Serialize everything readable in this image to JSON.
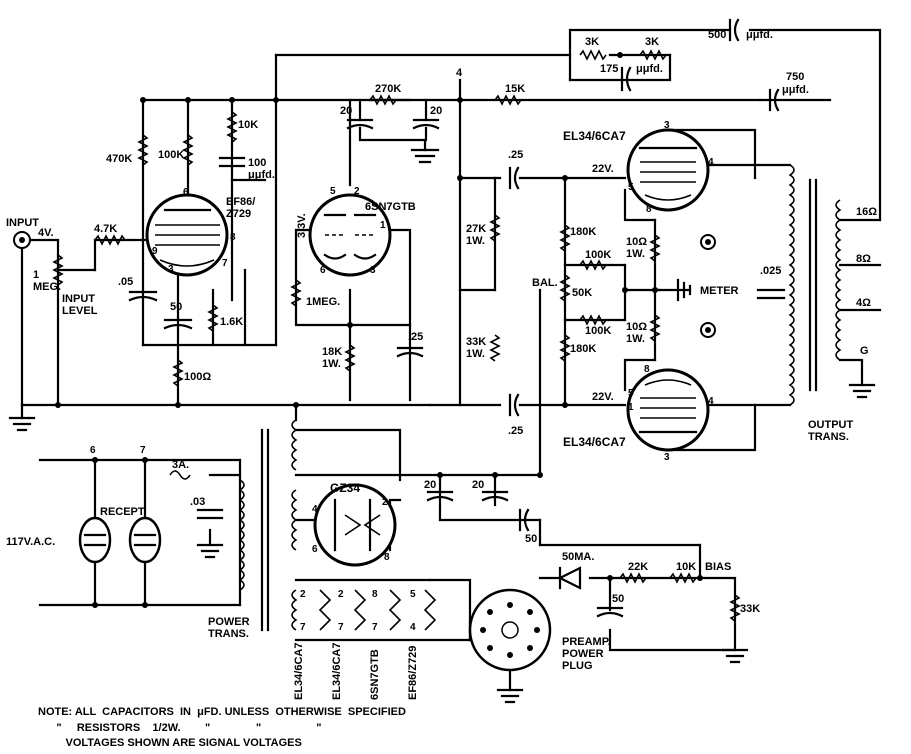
{
  "labels": {
    "input": "INPUT",
    "input_level": "INPUT\nLEVEL",
    "v4": "4V.",
    "r_1meg": "1\nMEG.",
    "r_4k7": "4.7K",
    "r_470k": "470K",
    "r_100k_a": "100K",
    "r_10k_a": "10K",
    "c_100uufd": "100\nμμfd.",
    "tube_ef86": "EF86/\nZ729",
    "c_05": ".05",
    "c_50": "50",
    "r_1k6": "1.6K",
    "r_100ohm": "100Ω",
    "v33": "3.3V.",
    "tube_6sn7": "6SN7GTB",
    "r_1meg_b": "1MEG.",
    "r_18k": "18K\n1W.",
    "c_25_a": ".25",
    "c_20_a": "20",
    "c_20_b": "20",
    "r_270k": "270K",
    "node_4": "4",
    "r_15k": "15K",
    "r_3k_a": "3K",
    "r_3k_b": "3K",
    "c_175": "175",
    "c_uufd": "μμfd.",
    "c_500": "500",
    "c_750": "750",
    "c_25_b": ".25",
    "c_25_c": ".25",
    "r_27k": "27K\n1W.",
    "r_33k": "33K\n1W.",
    "r_180k_a": "180K",
    "r_180k_b": "180K",
    "r_100k_b": "100K",
    "r_100k_c": "100K",
    "bal": "BAL.",
    "r_50k": "50K",
    "r_10ohm_a": "10Ω\n1W.",
    "r_10ohm_b": "10Ω\n1W.",
    "meter": "METER",
    "v22_a": "22V.",
    "v22_b": "22V.",
    "tube_el34_a": "EL34/6CA7",
    "tube_el34_b": "EL34/6CA7",
    "c_025": ".025",
    "tap_16": "16Ω",
    "tap_8": "8Ω",
    "tap_4": "4Ω",
    "tap_g": "G",
    "output_trans": "OUTPUT\nTRANS.",
    "v117": "117V.A.C.",
    "recept": "RECEPT.",
    "fuse": "3A.",
    "c_03": ".03",
    "pin6": "6",
    "pin7": "7",
    "tube_gz34": "GZ34",
    "c_20_c": "20",
    "c_20_d": "20",
    "c_50_b": "50",
    "c_50_c": "50",
    "ma50": "50MA.",
    "r_22k": "22K",
    "r_10k_b": "10K",
    "bias": "BIAS",
    "r_33k_b": "33K",
    "power_trans": "POWER\nTRANS.",
    "heater_1": "EL34/6CA7",
    "heater_2": "EL34/6CA7",
    "heater_3": "6SN7GTB",
    "heater_4": "EF86/Z729",
    "preamp": "PREAMP.\nPOWER\nPLUG"
  },
  "notes": [
    "NOTE: ALL  CAPACITORS  IN  μFD. UNLESS  OTHERWISE  SPECIFIED",
    "      \"     RESISTORS    1/2W.        \"               \"                  \"",
    "         VOLTAGES SHOWN ARE SIGNAL VOLTAGES"
  ]
}
